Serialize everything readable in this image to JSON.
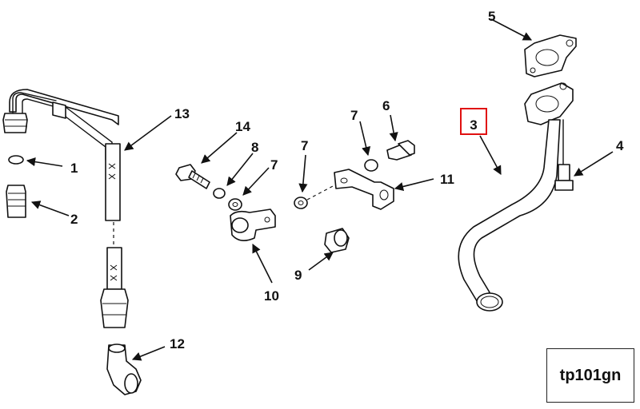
{
  "reference_code": "tp101gn",
  "callouts": {
    "c1": "1",
    "c2": "2",
    "c3": "3",
    "c4": "4",
    "c5": "5",
    "c6": "6",
    "c7a": "7",
    "c7b": "7",
    "c7c": "7",
    "c8": "8",
    "c9": "9",
    "c10": "10",
    "c11": "11",
    "c12": "12",
    "c13": "13",
    "c14": "14"
  },
  "highlighted_callout": "3",
  "colors": {
    "highlight": "#e01010",
    "ink": "#111111"
  }
}
